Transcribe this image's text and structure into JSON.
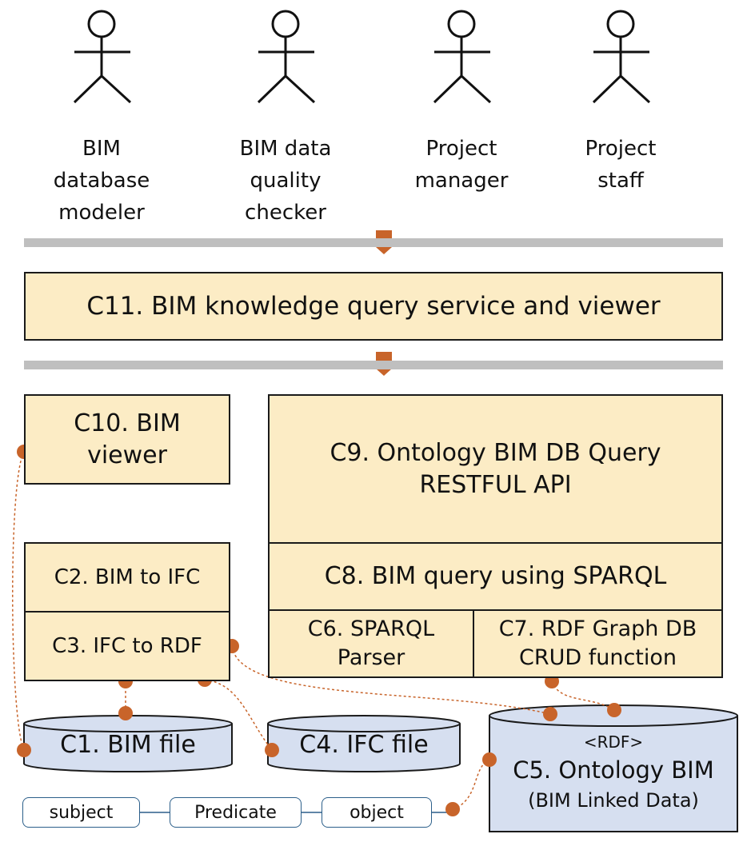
{
  "actors": [
    {
      "lines": [
        "BIM",
        "database",
        "modeler"
      ]
    },
    {
      "lines": [
        "BIM data",
        "quality",
        "checker"
      ]
    },
    {
      "lines": [
        "Project",
        "manager"
      ]
    },
    {
      "lines": [
        "Project",
        "staff"
      ]
    }
  ],
  "components": {
    "c11": "C11. BIM knowledge query service and viewer",
    "c10": [
      "C10. BIM",
      "viewer"
    ],
    "c9": [
      "C9. Ontology BIM DB Query",
      "RESTFUL API"
    ],
    "c8": "C8. BIM query using SPARQL",
    "c6": [
      "C6. SPARQL",
      "Parser"
    ],
    "c7": [
      "C7. RDF Graph DB",
      "CRUD function"
    ],
    "c2": "C2. BIM to IFC",
    "c3": "C3. IFC to RDF",
    "c1": "C1. BIM file",
    "c4": "C4. IFC file",
    "c5": {
      "tag": "<RDF>",
      "title": "C5. Ontology BIM",
      "subtitle": "(BIM Linked Data)"
    }
  },
  "triple": {
    "subject": "subject",
    "predicate": "Predicate",
    "object": "object"
  },
  "colors": {
    "box_fill": "#fcecc5",
    "db_fill": "#d6dff0",
    "connector": "#c8642a",
    "rule": "#bfbfbf"
  }
}
